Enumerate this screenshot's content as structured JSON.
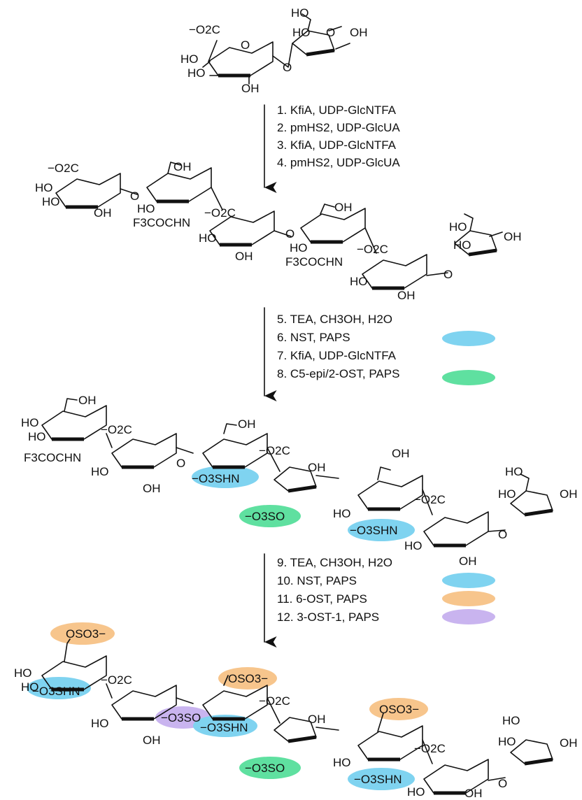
{
  "structures": {
    "s1": {
      "co2": "−O2C",
      "ho": "HO",
      "oh": "OH",
      "o": "O"
    },
    "labels": {
      "ho": "HO",
      "oh": "OH",
      "o": "O",
      "co2": "−O2C",
      "tfa": "F3COCHN",
      "nhs": "−O3SHN",
      "oso3": "−O3SO",
      "oso3r": "OSO3−"
    }
  },
  "steps": {
    "group1": [
      "1. KfiA, UDP-GlcNTFA",
      "2. pmHS2, UDP-GlcUA",
      "3. KfiA, UDP-GlcNTFA",
      "4. pmHS2, UDP-GlcUA"
    ],
    "group2": [
      "5. TEA, CH3OH, H2O",
      "6. NST, PAPS",
      "7. KfiA, UDP-GlcNTFA",
      "8. C5-epi/2-OST, PAPS"
    ],
    "group3": [
      "9.  TEA, CH3OH, H2O",
      "10. NST, PAPS",
      "11. 6-OST, PAPS",
      "12. 3-OST-1, PAPS"
    ]
  },
  "legend_colors": {
    "nst": "#7fd3f0",
    "c5epi_2ost": "#5fe0a0",
    "ost6": "#f7c58c",
    "ost3": "#c9b4ef"
  }
}
